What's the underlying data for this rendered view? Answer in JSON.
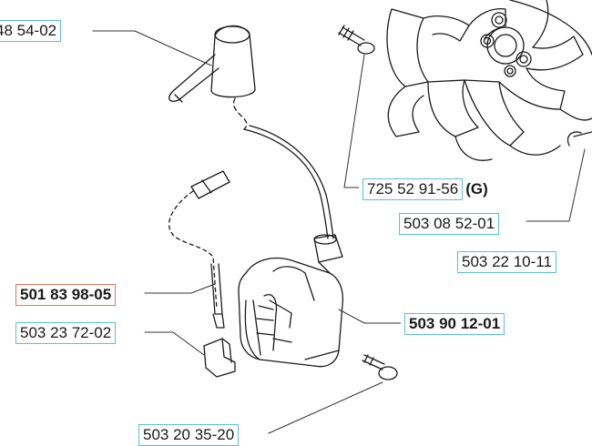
{
  "diagram": {
    "parts": [
      {
        "id": "ignition-cap",
        "number": "48 54-02",
        "suffix": "",
        "bold": false,
        "highlight": "cyan"
      },
      {
        "id": "screw-top",
        "number": "725 52 91-56",
        "suffix": "(G)",
        "bold": false,
        "highlight": "cyan"
      },
      {
        "id": "washer",
        "number": "503 08 52-01",
        "suffix": "",
        "bold": false,
        "highlight": "cyan"
      },
      {
        "id": "flywheel",
        "number": "503 22 10-11",
        "suffix": "",
        "bold": false,
        "highlight": "cyan"
      },
      {
        "id": "cable",
        "number": "501 83 98-05",
        "suffix": "",
        "bold": true,
        "highlight": "red"
      },
      {
        "id": "connector",
        "number": "503 23 72-02",
        "suffix": "",
        "bold": false,
        "highlight": "cyan"
      },
      {
        "id": "ignition-module",
        "number": "503 90 12-01",
        "suffix": "",
        "bold": true,
        "highlight": "cyan"
      },
      {
        "id": "screw-bottom",
        "number": "503 20 35-20",
        "suffix": "",
        "bold": false,
        "highlight": "cyan"
      }
    ]
  }
}
